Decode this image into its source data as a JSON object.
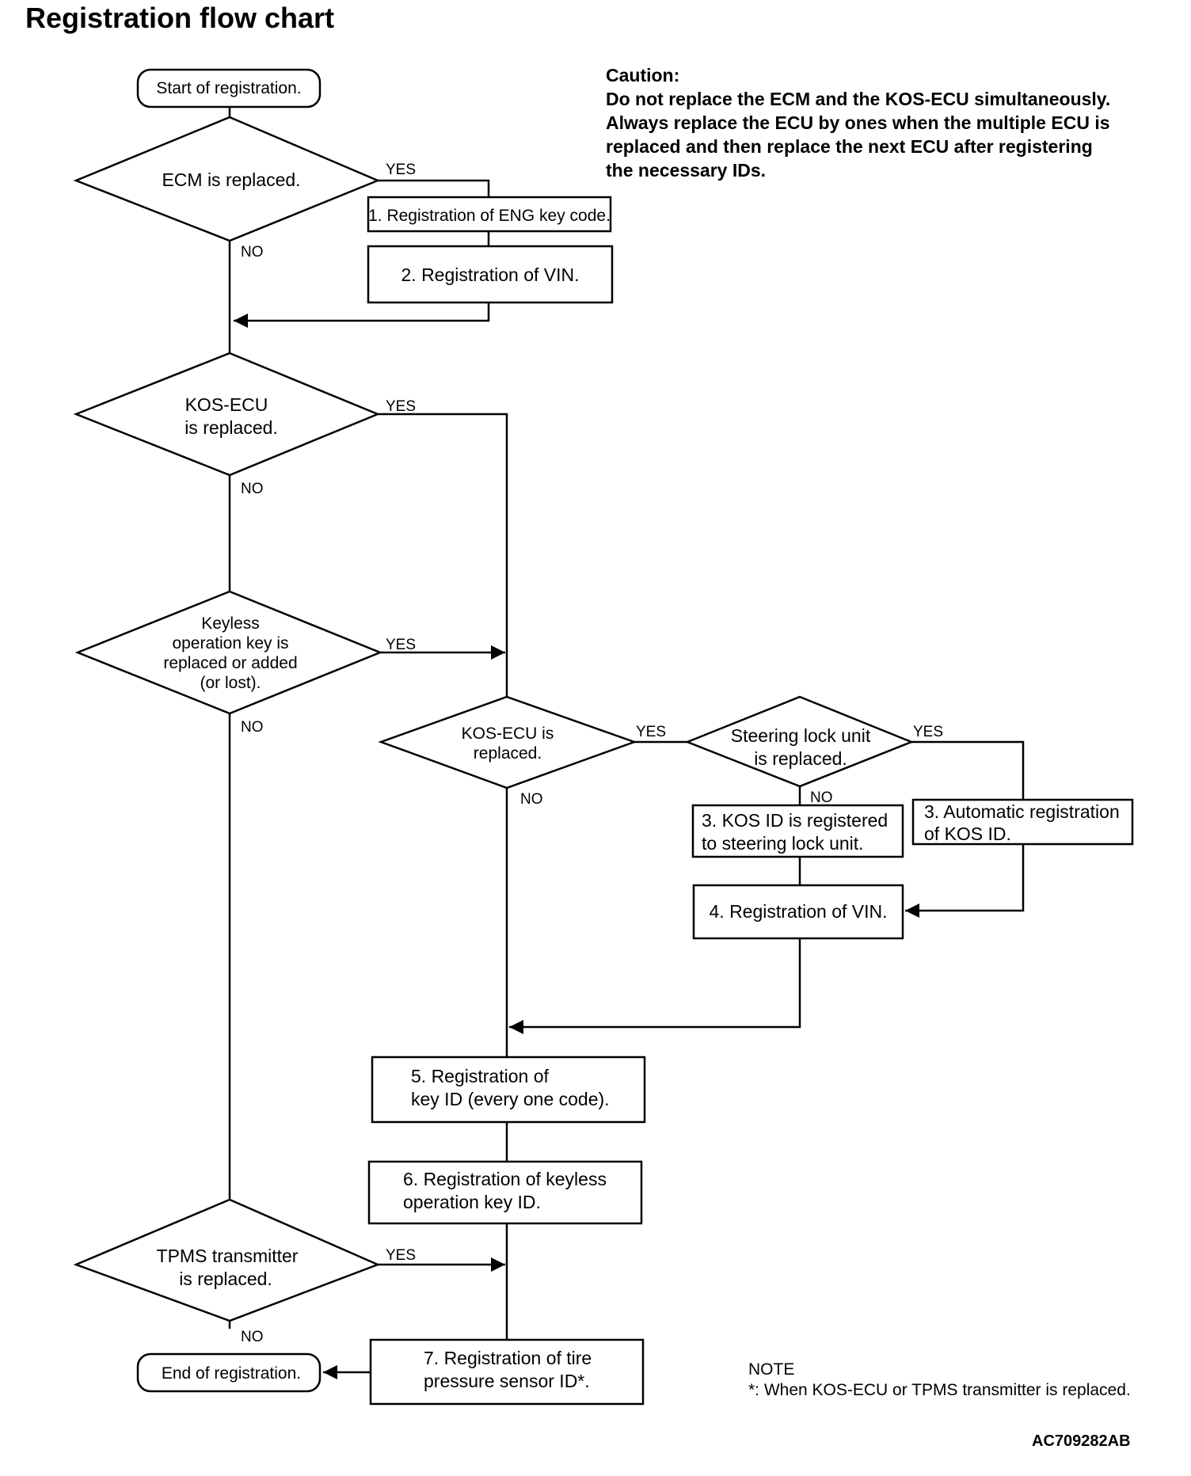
{
  "title": "Registration flow chart",
  "caution": {
    "heading": "Caution:",
    "lines": [
      "Do not replace the ECM and the KOS-ECU simultaneously.",
      "Always replace the ECU by ones when the multiple ECU is",
      "replaced and then replace the next ECU after registering",
      "the necessary IDs."
    ]
  },
  "nodes": {
    "start": [
      "Start of registration."
    ],
    "ecm_replaced": [
      "ECM is replaced."
    ],
    "reg_eng_key": [
      "1. Registration of ENG key code."
    ],
    "reg_vin_1": [
      "2. Registration of VIN."
    ],
    "kos_ecu_replaced_1": [
      "KOS-ECU",
      "is replaced."
    ],
    "keyless_key": [
      "Keyless",
      "operation key is",
      "replaced or added",
      "(or lost)."
    ],
    "kos_ecu_replaced_2": [
      "KOS-ECU is",
      "replaced."
    ],
    "steering_lock": [
      "Steering lock unit",
      "is replaced."
    ],
    "kos_id_registered": [
      "3. KOS ID is registered",
      "to steering lock unit."
    ],
    "auto_reg_kos_id": [
      "3. Automatic registration",
      "of KOS ID."
    ],
    "reg_vin_2": [
      "4. Registration of VIN."
    ],
    "reg_key_id": [
      "5. Registration of",
      "key ID (every one code)."
    ],
    "reg_keyless_id": [
      "6. Registration of keyless",
      "operation key ID."
    ],
    "tpms_replaced": [
      "TPMS transmitter",
      "is replaced."
    ],
    "reg_tire_sensor": [
      "7. Registration of tire",
      "pressure sensor ID*."
    ],
    "end": [
      "End of registration."
    ]
  },
  "labels": {
    "yes": "YES",
    "no": "NO"
  },
  "note": {
    "heading": "NOTE",
    "text": "*: When KOS-ECU or TPMS transmitter is replaced."
  },
  "figure_code": "AC709282AB"
}
